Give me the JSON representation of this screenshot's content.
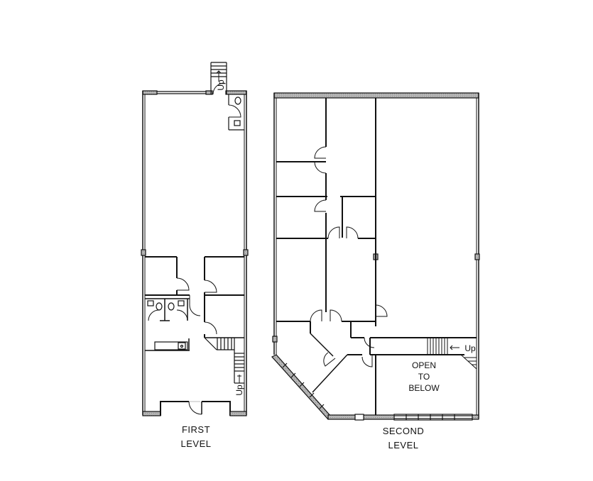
{
  "plan": {
    "colors": {
      "wall": "#1a1a1a",
      "wall_fill": "#a8a8a8",
      "line": "#000000",
      "guide": "#bdbdbd"
    },
    "first_level": {
      "label_line1": "FIRST",
      "label_line2": "LEVEL",
      "stair_label_top": "Up",
      "stair_label_bottom": "Up"
    },
    "second_level": {
      "label_line1": "SECOND",
      "label_line2": "LEVEL",
      "stair_label": "Up",
      "open_note_line1": "OPEN",
      "open_note_line2": "TO",
      "open_note_line3": "BELOW"
    }
  }
}
